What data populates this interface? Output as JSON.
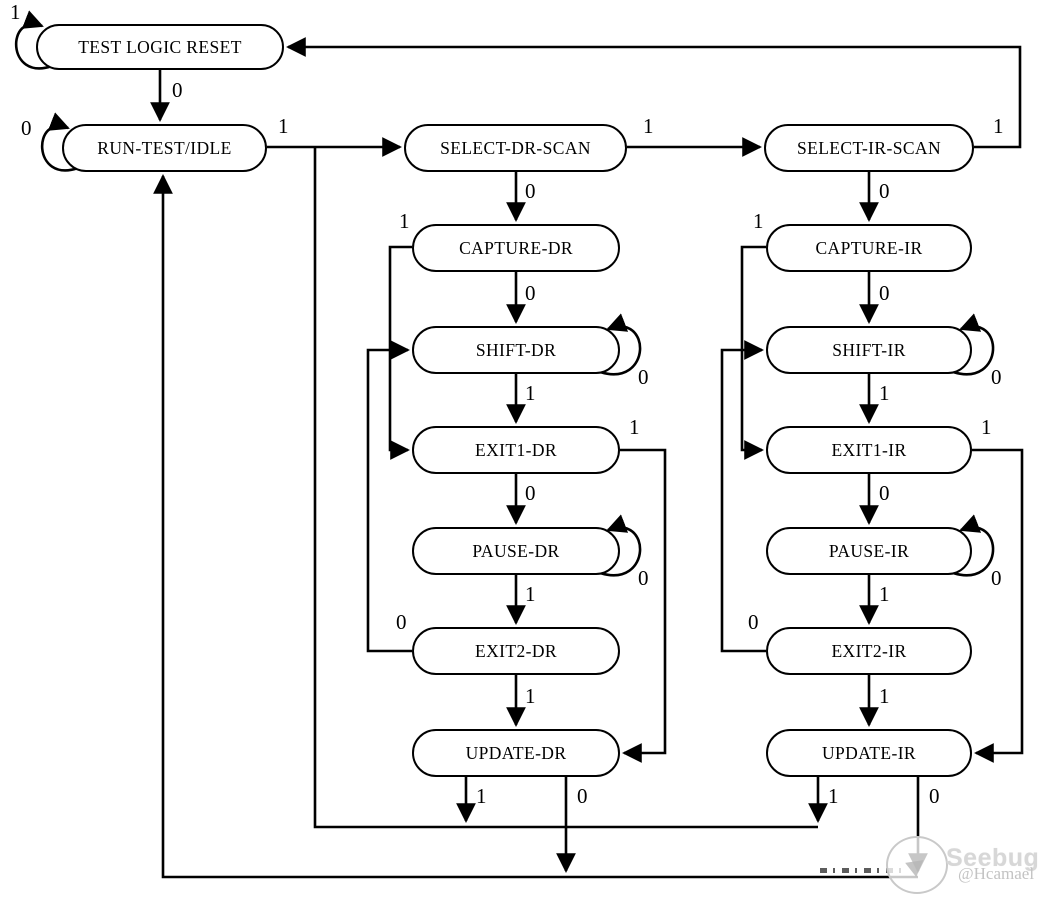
{
  "diagram": {
    "type": "state-machine",
    "description": "JTAG TAP controller state diagram",
    "states": {
      "test_logic_reset": "TEST LOGIC RESET",
      "run_test_idle": "RUN-TEST/IDLE",
      "select_dr_scan": "SELECT-DR-SCAN",
      "select_ir_scan": "SELECT-IR-SCAN",
      "capture_dr": "CAPTURE-DR",
      "capture_ir": "CAPTURE-IR",
      "shift_dr": "SHIFT-DR",
      "shift_ir": "SHIFT-IR",
      "exit1_dr": "EXIT1-DR",
      "exit1_ir": "EXIT1-IR",
      "pause_dr": "PAUSE-DR",
      "pause_ir": "PAUSE-IR",
      "exit2_dr": "EXIT2-DR",
      "exit2_ir": "EXIT2-IR",
      "update_dr": "UPDATE-DR",
      "update_ir": "UPDATE-IR"
    },
    "transitions": {
      "tlr_self": "1",
      "tlr_to_rti": "0",
      "rti_self": "0",
      "rti_to_sdr": "1",
      "sdr_to_sir": "1",
      "sir_to_tlr": "1",
      "sdr_to_cdr": "0",
      "sir_to_cir": "0",
      "cdr_to_e1dr": "1",
      "cir_to_e1ir": "1",
      "cdr_to_shdr": "0",
      "cir_to_shir": "0",
      "shdr_self": "0",
      "shir_self": "0",
      "shdr_to_e1dr": "1",
      "shir_to_e1ir": "1",
      "e1dr_to_udr": "1",
      "e1ir_to_uir": "1",
      "e1dr_to_pdr": "0",
      "e1ir_to_pir": "0",
      "pdr_self": "0",
      "pir_self": "0",
      "pdr_to_e2dr": "1",
      "pir_to_e2ir": "1",
      "e2dr_to_shdr": "0",
      "e2ir_to_shir": "0",
      "e2dr_to_udr": "1",
      "e2ir_to_uir": "1",
      "udr_to_select": "1",
      "udr_to_rti": "0",
      "uir_to_select": "1",
      "uir_to_rti": "0"
    },
    "line_color": "#000000"
  },
  "watermark": {
    "brand": "Seebug",
    "handle": "@Hcamael"
  }
}
